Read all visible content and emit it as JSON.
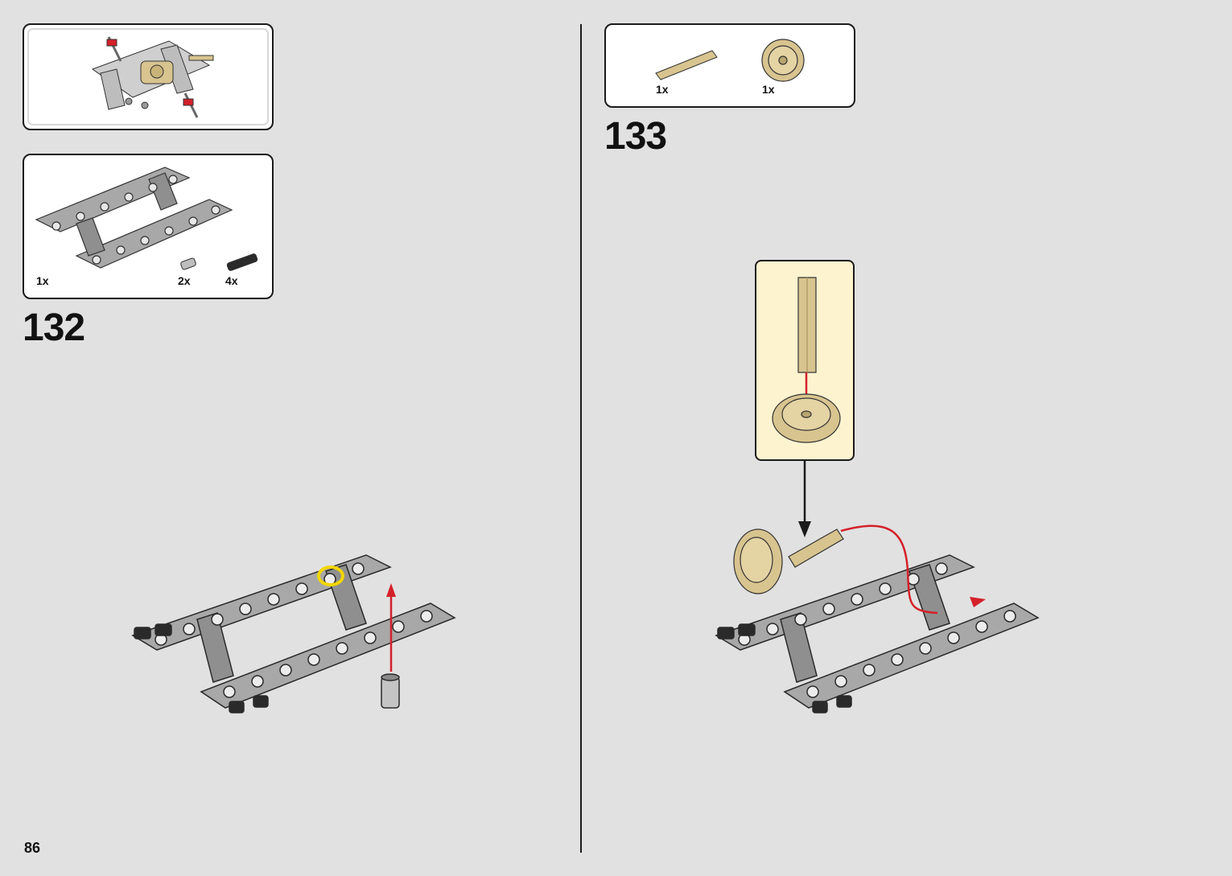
{
  "page": {
    "number": "86"
  },
  "left": {
    "preview_box": {
      "label": "previous-assembly-preview"
    },
    "parts_box": {
      "parts": [
        {
          "qty": "1x",
          "icon": "frame-assembly"
        },
        {
          "qty": "2x",
          "icon": "connector-pin-gray"
        },
        {
          "qty": "4x",
          "icon": "friction-pin-black"
        }
      ]
    },
    "step": "132"
  },
  "right": {
    "parts_box": {
      "parts": [
        {
          "qty": "1x",
          "icon": "axle-tan"
        },
        {
          "qty": "1x",
          "icon": "gear-tan"
        }
      ]
    },
    "step": "133"
  },
  "colors": {
    "background": "#e1e1e1",
    "frame_gray": "#a8a8a8",
    "tan": "#d8c48f",
    "arrow_red": "#d4202a",
    "highlight_yellow": "#f2d600",
    "callout_bg": "#fdf3cf"
  }
}
